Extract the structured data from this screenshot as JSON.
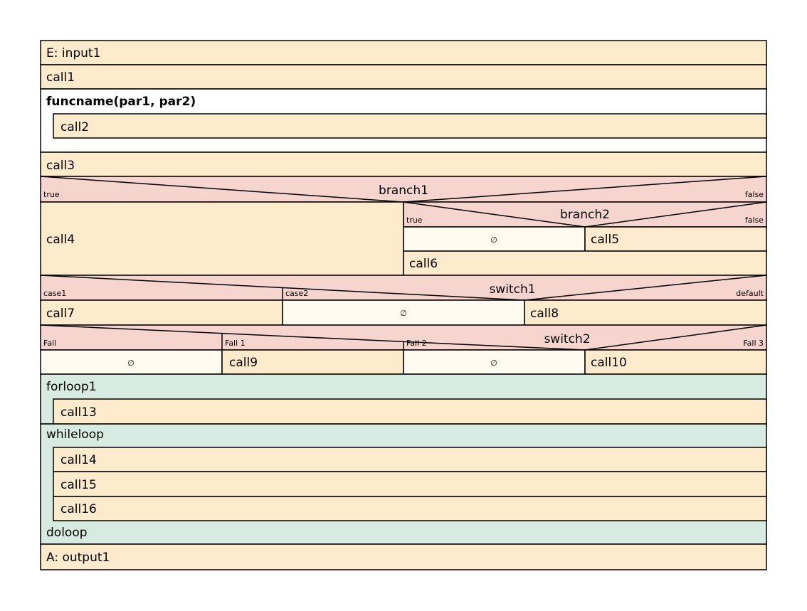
{
  "colors": {
    "statement": "#fdebcc",
    "decision": "#f7d5cf",
    "loop": "#d8ebe3",
    "empty": "#fffbf0",
    "function": "#ffffff",
    "border": "#000000"
  },
  "input": {
    "label": "E: input1"
  },
  "call1": {
    "label": "call1"
  },
  "function": {
    "header": "funcname(par1, par2)",
    "body_call": "call2"
  },
  "call3": {
    "label": "call3"
  },
  "branch1": {
    "label": "branch1",
    "true_label": "true",
    "false_label": "false",
    "true_call": "call4",
    "branch2": {
      "label": "branch2",
      "true_label": "true",
      "false_label": "false",
      "true_empty": "∅",
      "false_call": "call5",
      "after_call": "call6"
    }
  },
  "switch1": {
    "label": "switch1",
    "cases": [
      {
        "label": "case1",
        "body": "call7"
      },
      {
        "label": "case2",
        "body": "∅"
      },
      {
        "label": "default",
        "body": "call8"
      }
    ]
  },
  "switch2": {
    "label": "switch2",
    "cases": [
      {
        "label": "Fall",
        "body": "∅"
      },
      {
        "label": "Fall 1",
        "body": "call9"
      },
      {
        "label": "Fall 2",
        "body": "∅"
      },
      {
        "label": "Fall 3",
        "body": "call10"
      }
    ]
  },
  "forloop": {
    "label": "forloop1",
    "body": [
      "call13"
    ]
  },
  "whileloop": {
    "label": "whileloop",
    "body": [
      "call14",
      "call15",
      "call16"
    ]
  },
  "doloop": {
    "label": "doloop"
  },
  "output": {
    "label": "A: output1"
  }
}
